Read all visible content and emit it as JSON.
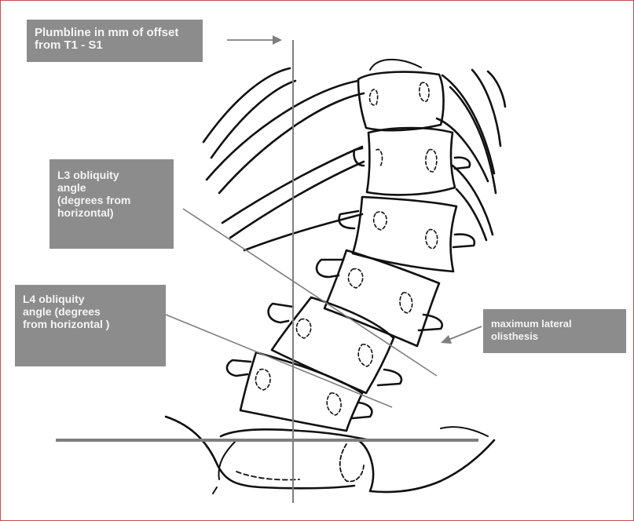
{
  "labels": {
    "plumbline": "Plumbline in mm of offset from T1 - S1",
    "l3_obliquity": "L3 obliquity\nangle\n(degrees from\nhorizontal)",
    "l4_obliquity": "L4 obliquity\nangle (degrees\nfrom horizontal )",
    "lateral_olisthesis": "maximum lateral\nolisthesis"
  },
  "colors": {
    "ink": "#111111",
    "guide_line": "#7f7f7f",
    "label_box": "#8c8c8c",
    "label_text": "#f4f4f4",
    "frame": "#c0504d"
  }
}
